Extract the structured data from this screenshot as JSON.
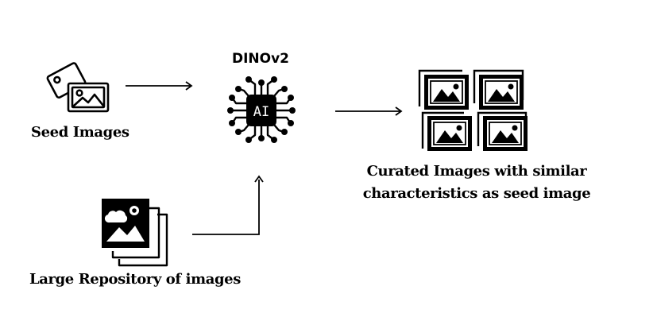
{
  "diagram": {
    "seed_label": "Seed Images",
    "model_label": "DINOv2",
    "chip_text": "AI",
    "repository_label": "Large Repository of  images",
    "output_label_line1": "Curated Images with similar",
    "output_label_line2": "characteristics as seed image"
  },
  "colors": {
    "ink": "#000000",
    "background": "#ffffff"
  },
  "icons": {
    "seed": "image-cards-icon",
    "model": "ai-chip-icon",
    "repository": "image-stack-icon",
    "output": "image-grid-icon"
  }
}
